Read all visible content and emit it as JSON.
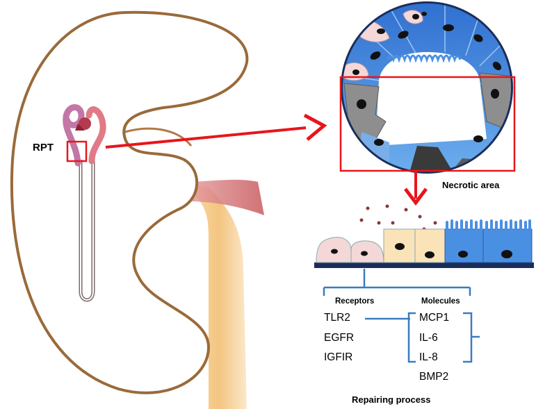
{
  "labels": {
    "rpt": "RPT",
    "necrotic_area": "Necrotic area",
    "receptors": "Receptors",
    "molecules": "Molecules",
    "repairing_process": "Repairing process"
  },
  "receptors": [
    "TLR2",
    "EGFR",
    "IGFIR"
  ],
  "molecules": [
    "MCP1",
    "IL-6",
    "IL-8",
    "BMP2"
  ],
  "colors": {
    "arrow_red": "#e8151a",
    "kidney_outline": "#9a6a3a",
    "kidney_fill": "#ffffff",
    "vessel": "#d77a7e",
    "ureter": "#f6cc8a",
    "tubule_epithelium_blue": "#4a90e2",
    "necrotic_grey": "#8e8e8e",
    "injured_pink": "#f4d8d8",
    "regenerating_tan": "#fbe3b9",
    "bracket_blue": "#3a7cc1",
    "basement_membrane": "#1a2e5a"
  }
}
